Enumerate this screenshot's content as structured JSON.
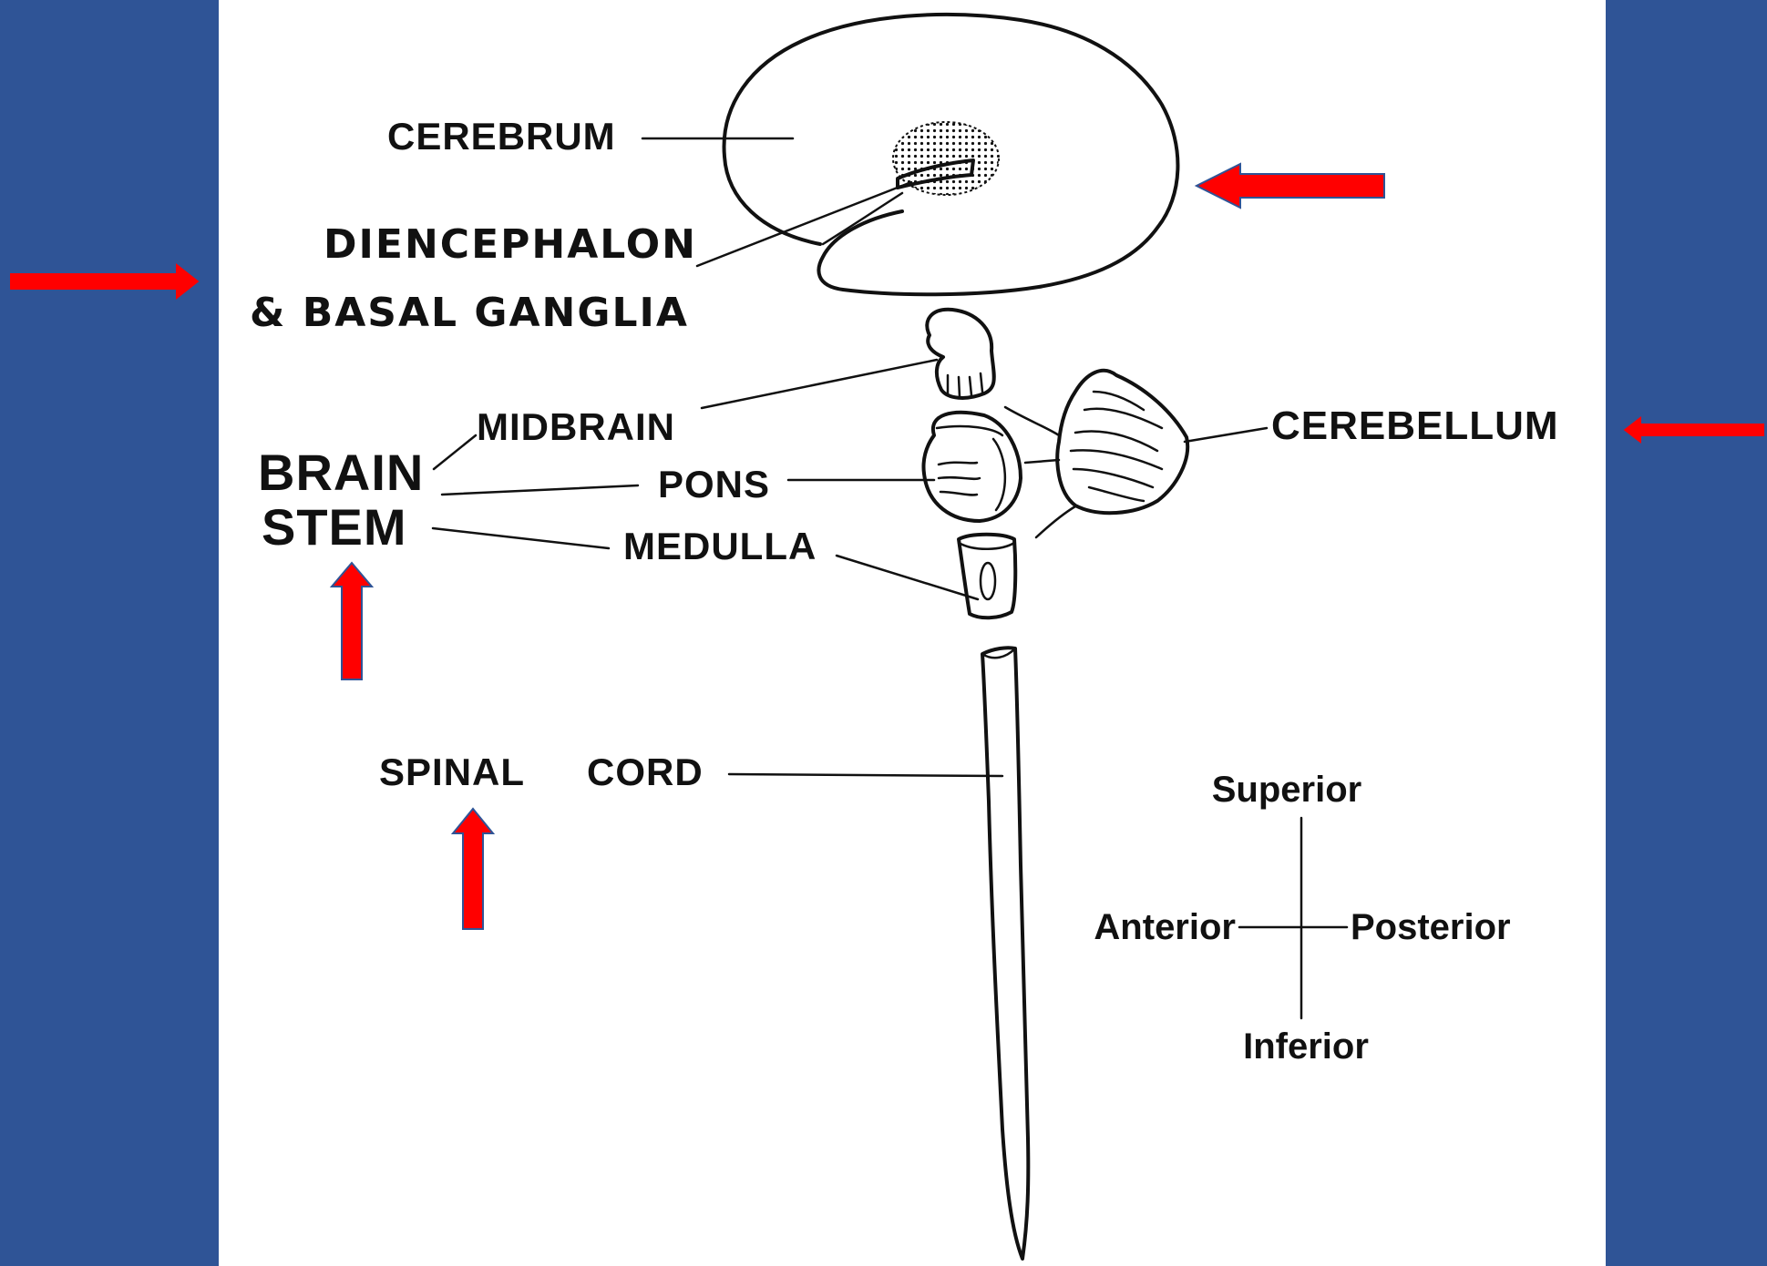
{
  "labels": {
    "cerebrum": "CEREBRUM",
    "diencephalon": "DIENCEPHALON",
    "basal_ganglia": "& BASAL GANGLIA",
    "midbrain": "MIDBRAIN",
    "brain": "BRAIN",
    "stem": "STEM",
    "pons": "PONS",
    "medulla": "MEDULLA",
    "cerebellum": "CEREBELLUM",
    "spinal": "SPINAL",
    "cord": "CORD"
  },
  "orientation": {
    "superior": "Superior",
    "anterior": "Anterior",
    "posterior": "Posterior",
    "inferior": "Inferior"
  },
  "colors": {
    "side_panels": "#2f5496",
    "figure_background": "#ffffff",
    "arrows": "#ff0000",
    "ink": "#111111"
  },
  "arrows": [
    {
      "points_to": "cerebrum",
      "direction": "left"
    },
    {
      "points_to": "diencephalon",
      "direction": "right"
    },
    {
      "points_to": "cerebellum",
      "direction": "left"
    },
    {
      "points_to": "brain-stem",
      "direction": "up"
    },
    {
      "points_to": "spinal-cord",
      "direction": "up"
    }
  ]
}
